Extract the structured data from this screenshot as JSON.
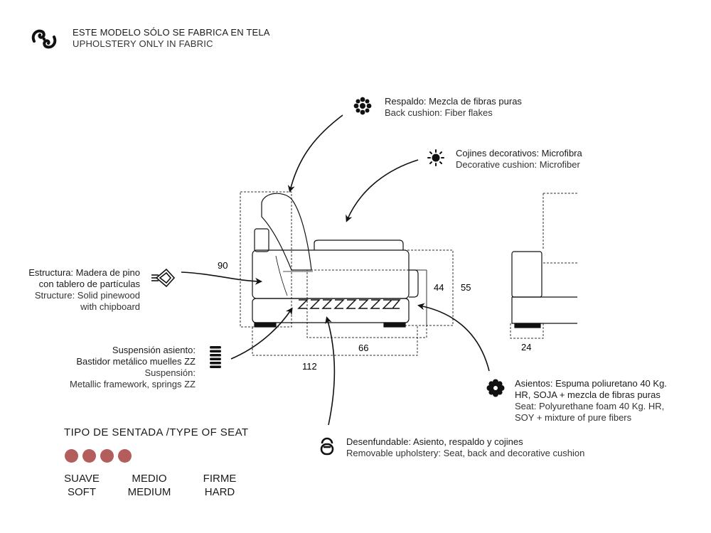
{
  "header": {
    "line1": "ESTE MODELO SÓLO SE FABRICA EN TELA",
    "line2": "UPHOLSTERY ONLY IN FABRIC",
    "icon": "fabric-logo-icon"
  },
  "callouts": {
    "respaldo": {
      "es": "Respaldo: Mezcla de fibras puras",
      "en": "Back cushion: Fiber flakes",
      "icon": "fiber-flakes-icon"
    },
    "cojines": {
      "es": "Cojines decorativos: Microfibra",
      "en": "Decorative cushion: Microfiber",
      "icon": "microfiber-icon"
    },
    "estructura": {
      "es1": "Estructura: Madera de pino",
      "es2": "con tablero de partículas",
      "en1": "Structure: Solid pinewood",
      "en2": "with chipboard",
      "icon": "structure-wood-icon"
    },
    "suspension": {
      "es1": "Suspensión asiento:",
      "es2": "Bastidor metálico muelles ZZ",
      "en1": "Suspensión:",
      "en2": "Metallic framework, springs ZZ",
      "icon": "spring-icon"
    },
    "asientos": {
      "es1": "Asientos: Espuma poliuretano 40 Kg.",
      "es2": "HR, SOJA + mezcla de fibras puras",
      "en1": "Seat: Polyurethane foam 40 Kg. HR,",
      "en2": "SOY + mixture of pure fibers",
      "icon": "foam-flower-icon"
    },
    "desenfundable": {
      "es": "Desenfundable: Asiento, respaldo y cojines",
      "en": "Removable upholstery: Seat, back and decorative cushion",
      "icon": "removable-cover-icon"
    }
  },
  "dimensions": {
    "height_total": "90",
    "seat_height": "44",
    "arm_height": "55",
    "seat_depth": "66",
    "depth_total": "112",
    "arm_width": "24"
  },
  "seat_type": {
    "title": "TIPO DE SENTADA /TYPE OF SEAT",
    "dots": 4,
    "dot_color": "#b35e5c",
    "labels": [
      {
        "es": "SUAVE",
        "en": "SOFT"
      },
      {
        "es": "MEDIO",
        "en": "MEDIUM"
      },
      {
        "es": "FIRME",
        "en": "HARD"
      }
    ]
  }
}
